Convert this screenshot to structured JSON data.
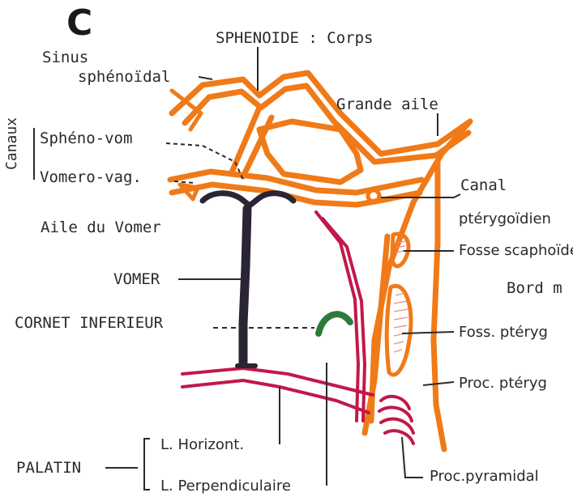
{
  "panel_letter": "C",
  "labels": {
    "sphenoide_corps": "SPHENOIDE : Corps",
    "sinus_line1": "Sinus",
    "sinus_line2": "sphénoïdal",
    "grande_aile": "Grande aile",
    "canaux": "Canaux",
    "spheno_vom": "Sphéno-vom",
    "vomero_vag": "Vomero-vag.",
    "canal_line1": "Canal",
    "canal_line2": "ptérygoïdien",
    "aile_vomer": "Aile du Vomer",
    "fosse_scapho": "Fosse scaphoïde",
    "vomer": "VOMER",
    "bord": "Bord m",
    "cornet": "CORNET INFERIEUR",
    "foss_pteryg": "Foss. ptéryg",
    "proc_pteryg": "Proc. ptéryg",
    "palatin": "PALATIN",
    "l_horizont": "L. Horizont.",
    "l_perpendiculaire": "L. Perpendiculaire",
    "proc_pyramidal": "Proc.pyramidal"
  },
  "colors": {
    "sphenoid": "#f07a18",
    "palatine": "#c2184a",
    "vomer": "#2a2433",
    "cornet": "#2e7a3a",
    "text": "#2a2a2a"
  }
}
